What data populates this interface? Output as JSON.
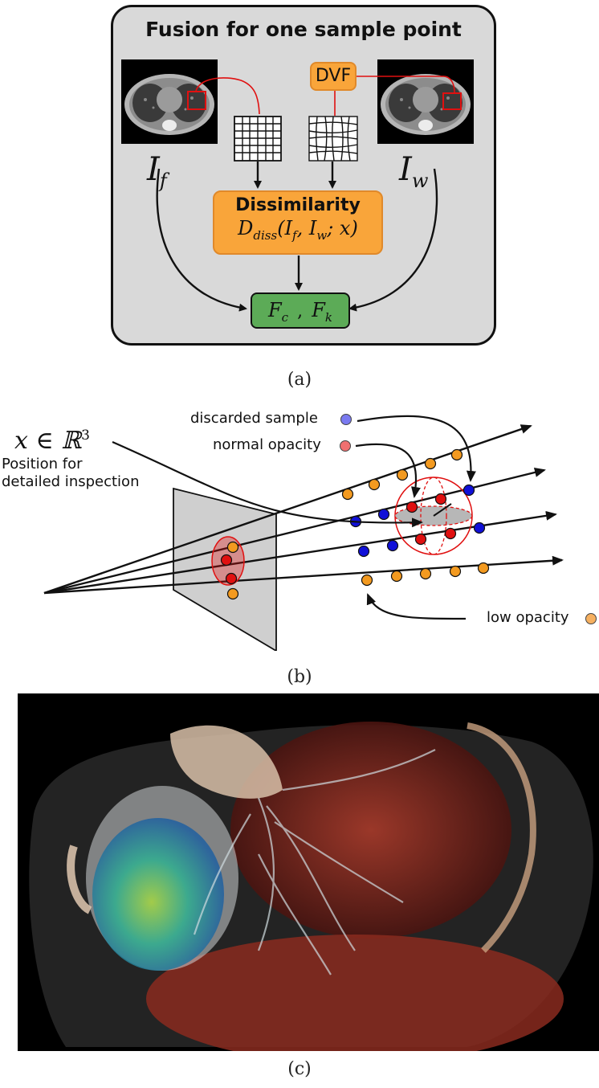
{
  "panel_a": {
    "title": "Fusion for one sample point",
    "dvf_label": "DVF",
    "fixed_image_label": "I",
    "fixed_image_sub": "f",
    "warped_image_label": "I",
    "warped_image_sub": "w",
    "dissimilarity_title": "Dissimilarity",
    "dissimilarity_formula_d": "D",
    "dissimilarity_formula_sub": "diss",
    "dissimilarity_formula_args": "(I",
    "dissimilarity_formula_args_f": "f",
    "dissimilarity_formula_mid": ", I",
    "dissimilarity_formula_mid_w": "w",
    "dissimilarity_formula_end": "; x)",
    "output_fc": "F",
    "output_fc_sub": "c",
    "output_sep": ",",
    "output_fk": "F",
    "output_fk_sub": "k",
    "caption": "(a)",
    "colors": {
      "panel_bg": "#d9d9d9",
      "orange": "#f9a53a",
      "green": "#5cab57",
      "link": "#e01010"
    }
  },
  "panel_b": {
    "position_math": "x ∈ ℝ",
    "position_sup": "3",
    "position_desc_line1": "Position for",
    "position_desc_line2": "detailed inspection",
    "legend_discarded": "discarded sample",
    "legend_normal": "normal opacity",
    "legend_low": "low opacity",
    "caption": "(b)",
    "colors": {
      "discarded": "#1010d8",
      "normal": "#e01010",
      "low": "#f39a20"
    }
  },
  "panel_c": {
    "caption": "(c)"
  }
}
